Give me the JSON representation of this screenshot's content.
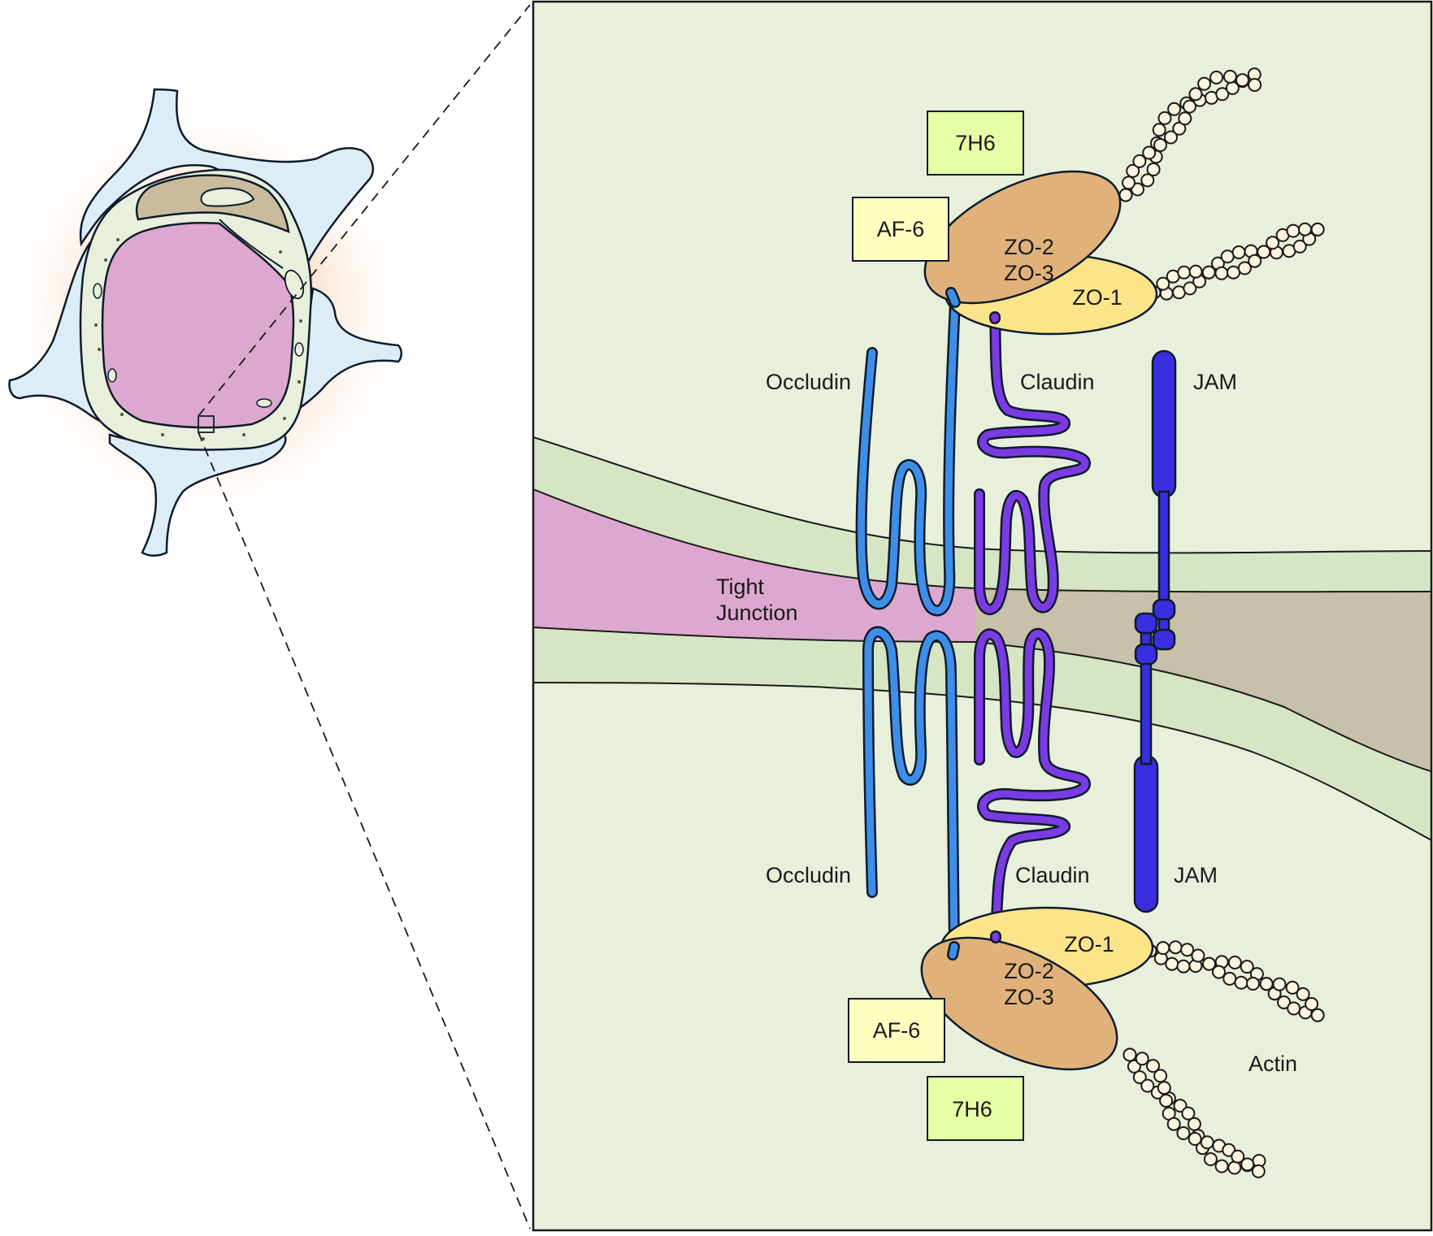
{
  "labels": {
    "tight_junction_line1": "Tight",
    "tight_junction_line2": "Junction",
    "occludin_top": "Occludin",
    "occludin_bottom": "Occludin",
    "claudin_top": "Claudin",
    "claudin_bottom": "Claudin",
    "jam_top": "JAM",
    "jam_bottom": "JAM",
    "actin": "Actin"
  },
  "boxes": {
    "top_7h6": "7H6",
    "top_af6": "AF-6",
    "bottom_af6": "AF-6",
    "bottom_7h6": "7H6"
  },
  "complexes": {
    "top_zo1": "ZO-1",
    "top_zo2": "ZO-2",
    "top_zo3": "ZO-3",
    "bottom_zo1": "ZO-1",
    "bottom_zo2": "ZO-2",
    "bottom_zo3": "ZO-3"
  },
  "colors": {
    "cytoplasm": "#e8f0dc",
    "membrane": "#d6e6c4",
    "lumen": "#dda8cf",
    "intercellular_space": "#c7c1aa",
    "astrocyte": "#dcedf8",
    "occludin": "#3d8ee8",
    "claudin": "#7a3be3",
    "jam": "#3a2fe0",
    "zo1": "#fde48a",
    "zo2_zo3": "#e0b27a",
    "af6_box": "#ffffc0",
    "box_7h6": "#e6ffa5",
    "actin_bead": "#fcf3e0"
  }
}
